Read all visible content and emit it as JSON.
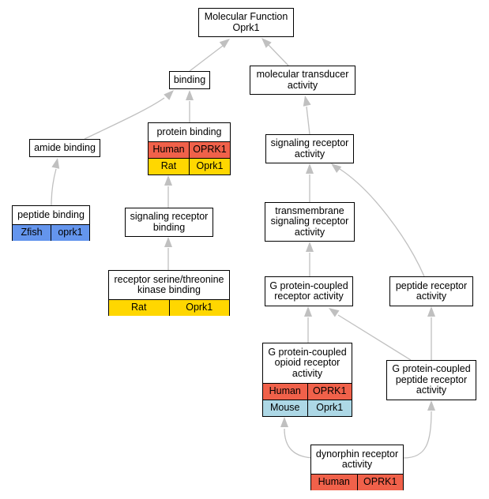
{
  "colors": {
    "edge": "#c0c0c0",
    "human": "#f0614a",
    "rat": "#ffd700",
    "zfish": "#6495ed",
    "mouse": "#add8e6"
  },
  "nodes": {
    "molecular_function": {
      "title": "Molecular Function\nOprk1"
    },
    "binding": {
      "title": "binding"
    },
    "molecular_transducer": {
      "title": "molecular transducer\nactivity"
    },
    "amide_binding": {
      "title": "amide binding"
    },
    "protein_binding": {
      "title": "protein binding",
      "rows": [
        {
          "species": "Human",
          "gene": "OPRK1",
          "color": "#f0614a"
        },
        {
          "species": "Rat",
          "gene": "Oprk1",
          "color": "#ffd700"
        }
      ]
    },
    "signaling_receptor_activity": {
      "title": "signaling receptor\nactivity"
    },
    "peptide_binding": {
      "title": "peptide binding",
      "rows": [
        {
          "species": "Zfish",
          "gene": "oprk1",
          "color": "#6495ed"
        }
      ]
    },
    "signaling_receptor_binding": {
      "title": "signaling receptor\nbinding"
    },
    "transmembrane": {
      "title": "transmembrane\nsignaling receptor\nactivity"
    },
    "receptor_serine": {
      "title": "receptor serine/threonine\nkinase binding",
      "rows": [
        {
          "species": "Rat",
          "gene": "Oprk1",
          "color": "#ffd700"
        }
      ]
    },
    "gpcr_activity": {
      "title": "G protein-coupled\nreceptor activity"
    },
    "peptide_receptor": {
      "title": "peptide receptor\nactivity"
    },
    "gpcr_opioid": {
      "title": "G protein-coupled\nopioid receptor\nactivity",
      "rows": [
        {
          "species": "Human",
          "gene": "OPRK1",
          "color": "#f0614a"
        },
        {
          "species": "Mouse",
          "gene": "Oprk1",
          "color": "#add8e6"
        }
      ]
    },
    "gpcr_peptide": {
      "title": "G protein-coupled\npeptide receptor\nactivity"
    },
    "dynorphin": {
      "title": "dynorphin receptor\nactivity",
      "rows": [
        {
          "species": "Human",
          "gene": "OPRK1",
          "color": "#f0614a"
        }
      ]
    }
  }
}
